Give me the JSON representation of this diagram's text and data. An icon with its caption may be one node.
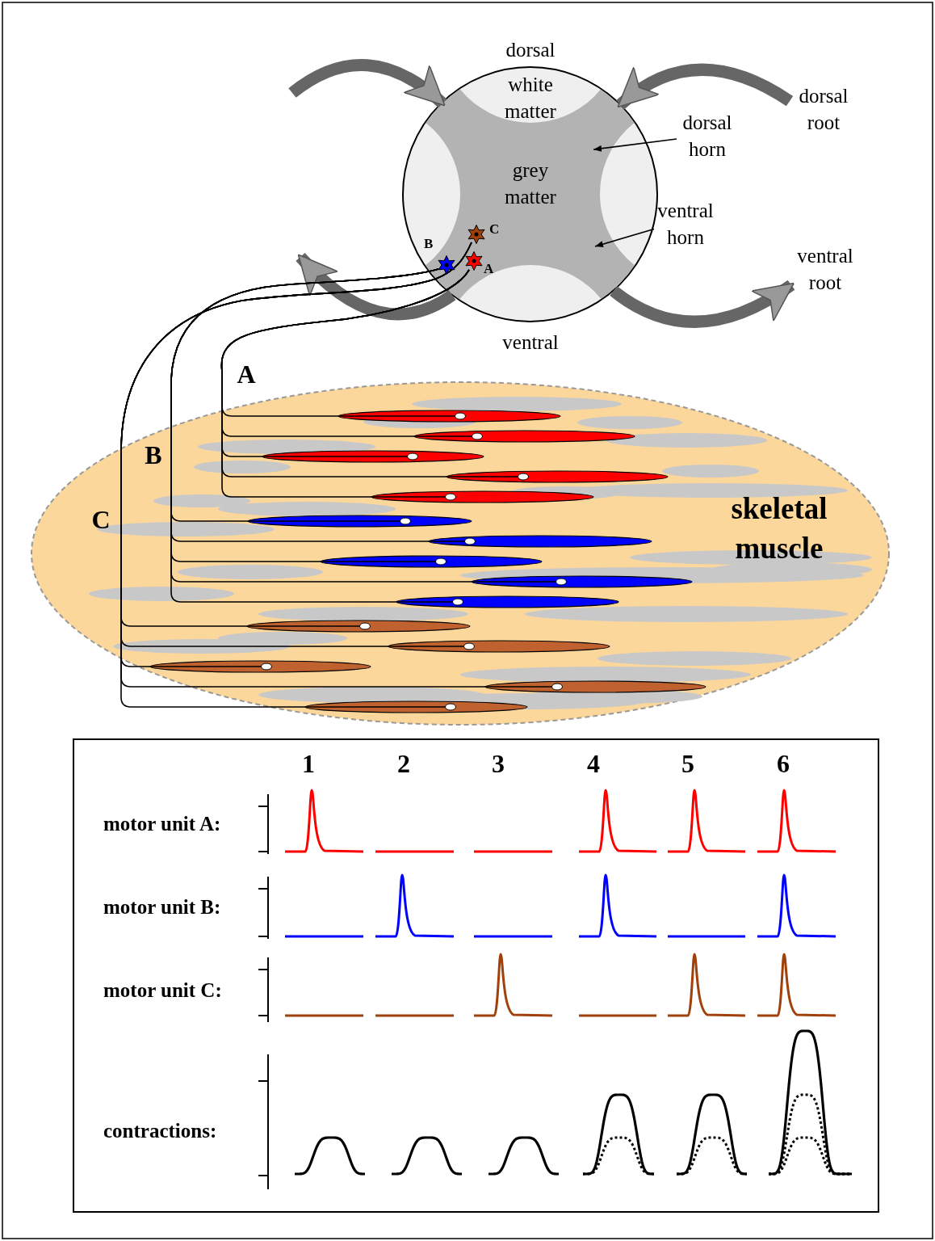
{
  "diagram": {
    "nodes": [
      {
        "text": [],
        "shape": "circle"
      },
      {
        "text": [
          "white matter"
        ],
        "in": 0
      },
      {
        "text": [
          "grey matter"
        ],
        "in": 0
      },
      {
        "text": [],
        "shape": "star",
        "beside": [
          "C"
        ],
        "in": 2
      },
      {
        "text": [],
        "shape": "star",
        "beside": [
          "B"
        ],
        "in": 2
      },
      {
        "text": [],
        "shape": "star",
        "beside": [
          "A"
        ],
        "in": 2
      },
      {
        "text": [
          "dorsal horn"
        ]
      },
      {
        "text": [
          "ventral horn"
        ]
      },
      {
        "text": [
          "skeletal muscle"
        ]
      },
      {
        "text": [],
        "shape": "ellipse",
        "in": 8
      },
      {
        "text": [],
        "shape": "ellipse",
        "in": 8
      },
      {
        "text": [],
        "shape": "ellipse",
        "in": 8
      },
      {
        "text": [],
        "shape": "ellipse",
        "in": 8
      },
      {
        "text": [],
        "shape": "ellipse",
        "in": 8
      },
      {
        "text": [],
        "shape": "ellipse",
        "in": 8
      },
      {
        "text": [],
        "shape": "ellipse",
        "in": 8
      },
      {
        "text": [],
        "shape": "ellipse",
        "in": 8
      },
      {
        "text": [],
        "shape": "ellipse",
        "in": 8
      },
      {
        "text": [],
        "shape": "ellipse",
        "in": 8
      },
      {
        "text": [],
        "shape": "ellipse",
        "in": 8
      },
      {
        "text": [],
        "shape": "ellipse",
        "in": 8
      },
      {
        "text": [],
        "shape": "ellipse",
        "in": 8
      },
      {
        "text": [],
        "shape": "ellipse",
        "in": 8
      },
      {
        "text": [],
        "shape": "ellipse",
        "in": 8
      },
      {
        "text": [
          "dorsal root"
        ]
      },
      {
        "text": [
          "ventral root"
        ]
      }
    ],
    "edges": [
      {
        "from": null,
        "to": 0,
        "arrow": "to",
        "style": "thick",
        "color": "#666666"
      },
      {
        "from": 24,
        "to": 0,
        "arrow": "to",
        "style": "thick",
        "color": "#666666"
      },
      {
        "from": 0,
        "to": null,
        "arrow": "to",
        "style": "thick",
        "color": "#666666"
      },
      {
        "from": 0,
        "to": 25,
        "arrow": "to",
        "style": "thick",
        "color": "#666666"
      },
      {
        "from": 6,
        "to": 2,
        "arrow": "to"
      },
      {
        "from": 7,
        "to": 2,
        "arrow": "to"
      },
      {
        "from": 5,
        "to": 9,
        "arrow": "none",
        "label": "A"
      },
      {
        "from": 5,
        "to": 10,
        "arrow": "none"
      },
      {
        "from": 5,
        "to": 11,
        "arrow": "none"
      },
      {
        "from": 5,
        "to": 12,
        "arrow": "none"
      },
      {
        "from": 5,
        "to": 13,
        "arrow": "none"
      },
      {
        "from": 4,
        "to": 14,
        "arrow": "none",
        "label": "B"
      },
      {
        "from": 4,
        "to": 15,
        "arrow": "none"
      },
      {
        "from": 4,
        "to": 16,
        "arrow": "none"
      },
      {
        "from": 4,
        "to": 17,
        "arrow": "none"
      },
      {
        "from": 4,
        "to": 18,
        "arrow": "none"
      },
      {
        "from": 3,
        "to": 19,
        "arrow": "none",
        "label": "C"
      },
      {
        "from": 3,
        "to": 20,
        "arrow": "none"
      },
      {
        "from": 3,
        "to": 21,
        "arrow": "none"
      },
      {
        "from": 3,
        "to": 22,
        "arrow": "none"
      },
      {
        "from": 3,
        "to": 23,
        "arrow": "none"
      }
    ],
    "labels": [
      "dorsal",
      "ventral",
      "1",
      "2",
      "3",
      "4",
      "5",
      "6",
      "motor unit A:",
      "motor unit B:",
      "motor unit C:",
      "contractions:"
    ]
  }
}
